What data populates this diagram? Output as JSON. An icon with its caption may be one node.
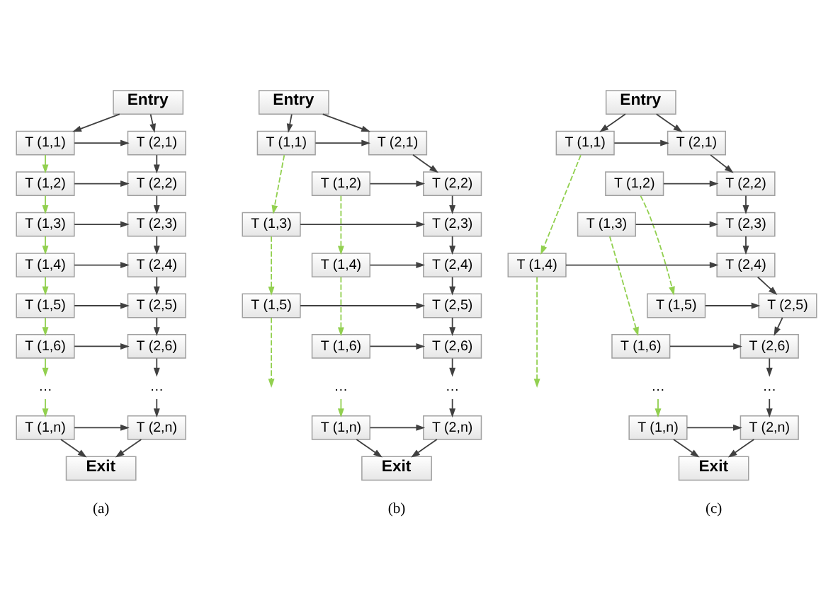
{
  "diagram": {
    "nodes": [
      {
        "text": [
          "Entry"
        ]
      },
      {
        "text": [
          "T (1,1)"
        ]
      },
      {
        "text": [
          "T (2,1)"
        ]
      },
      {
        "text": [
          "T (1,2)"
        ]
      },
      {
        "text": [
          "T (2,2)"
        ]
      },
      {
        "text": [
          "T (1,3)"
        ]
      },
      {
        "text": [
          "T (2,3)"
        ]
      },
      {
        "text": [
          "T (1,4)"
        ]
      },
      {
        "text": [
          "T (2,4)"
        ]
      },
      {
        "text": [
          "T (1,5)"
        ]
      },
      {
        "text": [
          "T (2,5)"
        ]
      },
      {
        "text": [
          "T (1,6)"
        ]
      },
      {
        "text": [
          "T (2,6)"
        ]
      },
      {
        "text": [
          "…"
        ]
      },
      {
        "text": [
          "…"
        ]
      },
      {
        "text": [
          "T (1,n)"
        ]
      },
      {
        "text": [
          "T (2,n)"
        ]
      },
      {
        "text": [
          "Exit"
        ]
      },
      {
        "text": [
          "Entry"
        ]
      },
      {
        "text": [
          "T (1,1)"
        ]
      },
      {
        "text": [
          "T (2,1)"
        ]
      },
      {
        "text": [
          "T (1,2)"
        ]
      },
      {
        "text": [
          "T (2,2)"
        ]
      },
      {
        "text": [
          "T (1,3)"
        ]
      },
      {
        "text": [
          "T (2,3)"
        ]
      },
      {
        "text": [
          "T (1,4)"
        ]
      },
      {
        "text": [
          "T (2,4)"
        ]
      },
      {
        "text": [
          "T (1,5)"
        ]
      },
      {
        "text": [
          "T (2,5)"
        ]
      },
      {
        "text": [
          "T (1,6)"
        ]
      },
      {
        "text": [
          "T (2,6)"
        ]
      },
      {
        "text": [
          "…"
        ]
      },
      {
        "text": [
          "…"
        ]
      },
      {
        "text": [
          "T (1,n)"
        ]
      },
      {
        "text": [
          "T (2,n)"
        ]
      },
      {
        "text": [
          "Exit"
        ]
      },
      {
        "text": [
          "Entry"
        ]
      },
      {
        "text": [
          "T (1,1)"
        ]
      },
      {
        "text": [
          "T (2,1)"
        ]
      },
      {
        "text": [
          "T (1,2)"
        ]
      },
      {
        "text": [
          "T (2,2)"
        ]
      },
      {
        "text": [
          "T (1,3)"
        ]
      },
      {
        "text": [
          "T (2,3)"
        ]
      },
      {
        "text": [
          "T (1,4)"
        ]
      },
      {
        "text": [
          "T (2,4)"
        ]
      },
      {
        "text": [
          "T (1,5)"
        ]
      },
      {
        "text": [
          "T (2,5)"
        ]
      },
      {
        "text": [
          "T (1,6)"
        ]
      },
      {
        "text": [
          "T (2,6)"
        ]
      },
      {
        "text": [
          "…"
        ]
      },
      {
        "text": [
          "…"
        ]
      },
      {
        "text": [
          "T (1,n)"
        ]
      },
      {
        "text": [
          "T (2,n)"
        ]
      },
      {
        "text": [
          "Exit"
        ]
      }
    ],
    "edges": [
      {
        "from": 0,
        "to": 1,
        "arrow": "to"
      },
      {
        "from": 0,
        "to": 2,
        "arrow": "to"
      },
      {
        "from": 1,
        "to": 2,
        "arrow": "to"
      },
      {
        "from": 3,
        "to": 4,
        "arrow": "to"
      },
      {
        "from": 5,
        "to": 6,
        "arrow": "to"
      },
      {
        "from": 7,
        "to": 8,
        "arrow": "to"
      },
      {
        "from": 9,
        "to": 10,
        "arrow": "to"
      },
      {
        "from": 11,
        "to": 12,
        "arrow": "to"
      },
      {
        "from": 15,
        "to": 16,
        "arrow": "to"
      },
      {
        "from": 2,
        "to": 4,
        "arrow": "to"
      },
      {
        "from": 4,
        "to": 6,
        "arrow": "to"
      },
      {
        "from": 6,
        "to": 8,
        "arrow": "to"
      },
      {
        "from": 8,
        "to": 10,
        "arrow": "to"
      },
      {
        "from": 10,
        "to": 12,
        "arrow": "to"
      },
      {
        "from": 12,
        "to": 14,
        "arrow": "to"
      },
      {
        "from": 14,
        "to": 16,
        "arrow": "to"
      },
      {
        "from": 1,
        "to": 3,
        "arrow": "to",
        "color": "#92d050"
      },
      {
        "from": 3,
        "to": 5,
        "arrow": "to",
        "color": "#92d050"
      },
      {
        "from": 5,
        "to": 7,
        "arrow": "to",
        "color": "#92d050"
      },
      {
        "from": 7,
        "to": 9,
        "arrow": "to",
        "color": "#92d050"
      },
      {
        "from": 9,
        "to": 11,
        "arrow": "to",
        "color": "#92d050"
      },
      {
        "from": 11,
        "to": 13,
        "arrow": "to",
        "color": "#92d050"
      },
      {
        "from": 13,
        "to": 15,
        "arrow": "to",
        "color": "#92d050"
      },
      {
        "from": 15,
        "to": 17,
        "arrow": "to"
      },
      {
        "from": 16,
        "to": 17,
        "arrow": "to"
      },
      {
        "from": 18,
        "to": 19,
        "arrow": "to"
      },
      {
        "from": 18,
        "to": 20,
        "arrow": "to"
      },
      {
        "from": 19,
        "to": 20,
        "arrow": "to"
      },
      {
        "from": 21,
        "to": 22,
        "arrow": "to"
      },
      {
        "from": 23,
        "to": 24,
        "arrow": "to"
      },
      {
        "from": 25,
        "to": 26,
        "arrow": "to"
      },
      {
        "from": 27,
        "to": 28,
        "arrow": "to"
      },
      {
        "from": 29,
        "to": 30,
        "arrow": "to"
      },
      {
        "from": 33,
        "to": 34,
        "arrow": "to"
      },
      {
        "from": 20,
        "to": 22,
        "arrow": "to"
      },
      {
        "from": 22,
        "to": 24,
        "arrow": "to"
      },
      {
        "from": 24,
        "to": 26,
        "arrow": "to"
      },
      {
        "from": 26,
        "to": 28,
        "arrow": "to"
      },
      {
        "from": 28,
        "to": 30,
        "arrow": "to"
      },
      {
        "from": 30,
        "to": 32,
        "arrow": "to"
      },
      {
        "from": 32,
        "to": 34,
        "arrow": "to"
      },
      {
        "from": 19,
        "to": 23,
        "arrow": "to",
        "style": "dashed",
        "color": "#92d050"
      },
      {
        "from": 23,
        "to": 27,
        "arrow": "to",
        "style": "dashed",
        "color": "#92d050"
      },
      {
        "from": 27,
        "to": null,
        "arrow": "to",
        "style": "dashed",
        "color": "#92d050"
      },
      {
        "from": 21,
        "to": 25,
        "arrow": "to",
        "style": "dashed",
        "color": "#92d050"
      },
      {
        "from": 25,
        "to": 29,
        "arrow": "to",
        "style": "dashed",
        "color": "#92d050"
      },
      {
        "from": 31,
        "to": 33,
        "arrow": "to",
        "color": "#92d050"
      },
      {
        "from": 33,
        "to": 35,
        "arrow": "to"
      },
      {
        "from": 34,
        "to": 35,
        "arrow": "to"
      },
      {
        "from": 36,
        "to": 37,
        "arrow": "to"
      },
      {
        "from": 36,
        "to": 38,
        "arrow": "to"
      },
      {
        "from": 37,
        "to": 38,
        "arrow": "to"
      },
      {
        "from": 39,
        "to": 40,
        "arrow": "to"
      },
      {
        "from": 41,
        "to": 42,
        "arrow": "to"
      },
      {
        "from": 43,
        "to": 44,
        "arrow": "to"
      },
      {
        "from": 45,
        "to": 46,
        "arrow": "to"
      },
      {
        "from": 47,
        "to": 48,
        "arrow": "to"
      },
      {
        "from": 51,
        "to": 52,
        "arrow": "to"
      },
      {
        "from": 38,
        "to": 40,
        "arrow": "to"
      },
      {
        "from": 40,
        "to": 42,
        "arrow": "to"
      },
      {
        "from": 42,
        "to": 44,
        "arrow": "to"
      },
      {
        "from": 44,
        "to": 46,
        "arrow": "to"
      },
      {
        "from": 46,
        "to": 48,
        "arrow": "to"
      },
      {
        "from": 48,
        "to": 50,
        "arrow": "to"
      },
      {
        "from": 50,
        "to": 52,
        "arrow": "to"
      },
      {
        "from": 37,
        "to": 43,
        "arrow": "to",
        "style": "dashed",
        "color": "#92d050"
      },
      {
        "from": 43,
        "to": null,
        "arrow": "to",
        "style": "dashed",
        "color": "#92d050"
      },
      {
        "from": 39,
        "to": 45,
        "arrow": "to",
        "style": "dashed",
        "color": "#92d050"
      },
      {
        "from": 41,
        "to": 47,
        "arrow": "to",
        "style": "dashed",
        "color": "#92d050"
      },
      {
        "from": 49,
        "to": 51,
        "arrow": "to",
        "color": "#92d050"
      },
      {
        "from": 51,
        "to": 53,
        "arrow": "to"
      },
      {
        "from": 52,
        "to": 53,
        "arrow": "to"
      }
    ],
    "labels": [
      "(a)",
      "(b)",
      "(c)"
    ]
  }
}
